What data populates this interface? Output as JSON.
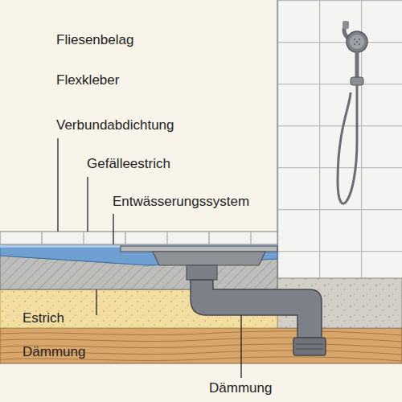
{
  "diagram": {
    "labels": [
      "Fliesenbelag",
      "Flexkleber",
      "Verbundabdichtung",
      "Gefälleestrich",
      "Entwässerungssystem",
      "Estrich",
      "Dämmung",
      "Dämmung"
    ]
  }
}
